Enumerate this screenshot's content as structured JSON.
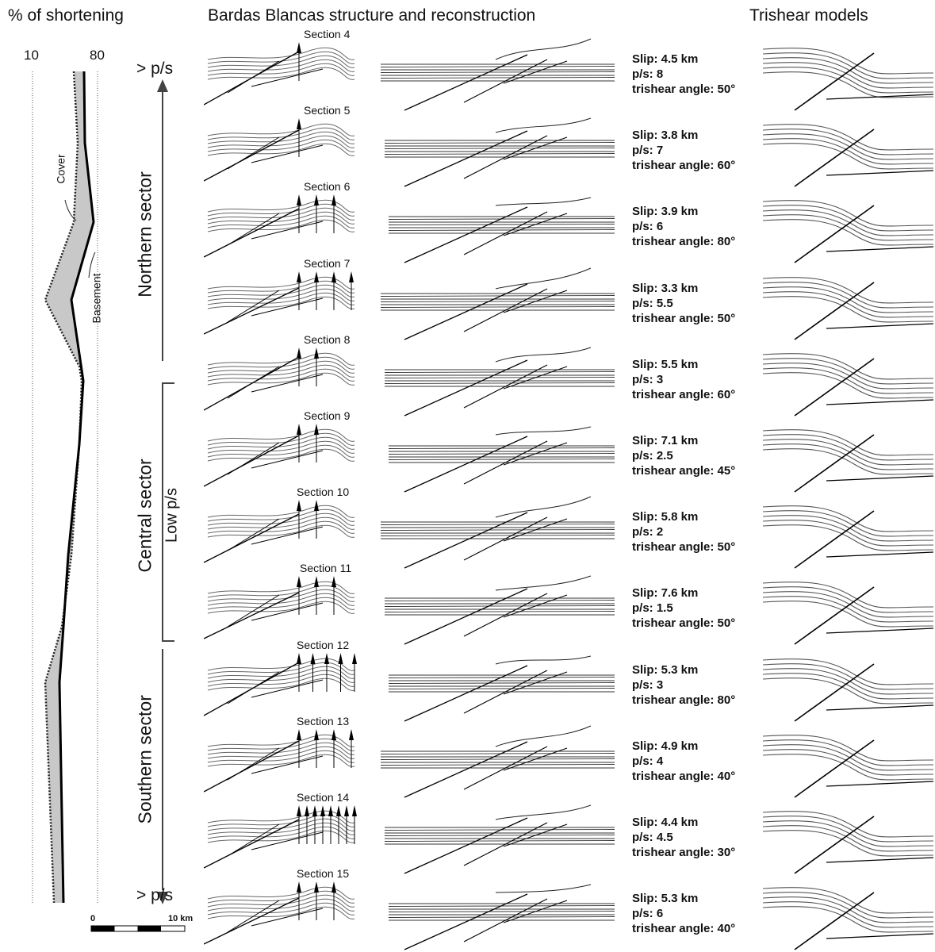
{
  "headers": {
    "shortening": "% of shortening",
    "bardas": "Bardas Blancas structure and reconstruction",
    "trishear": "Trishear models"
  },
  "shortening_axis": {
    "min_label": "10",
    "max_label": "80"
  },
  "curve_labels": {
    "cover": "Cover",
    "basement": "Basement"
  },
  "sectors": {
    "northern": "Northern sector",
    "central": "Central sector",
    "low_ps": "Low p/s",
    "southern": "Southern sector",
    "high_ps_top": "> p/s",
    "high_ps_bottom": "> p/s"
  },
  "scale_bar": {
    "start": "0",
    "end": "10 km"
  },
  "sections": [
    {
      "label": "Section 4",
      "slip": "Slip: 4.5 km",
      "ps": "p/s: 8",
      "angle": "trishear angle: 50°"
    },
    {
      "label": "Section 5",
      "slip": "Slip: 3.8 km",
      "ps": "p/s: 7",
      "angle": "trishear angle: 60°"
    },
    {
      "label": "Section 6",
      "slip": "Slip: 3.9 km",
      "ps": "p/s: 6",
      "angle": "trishear angle: 80°"
    },
    {
      "label": "Section 7",
      "slip": "Slip: 3.3 km",
      "ps": "p/s: 5.5",
      "angle": "trishear angle: 50°"
    },
    {
      "label": "Section 8",
      "slip": "Slip: 5.5 km",
      "ps": "p/s: 3",
      "angle": "trishear angle: 60°"
    },
    {
      "label": "Section 9",
      "slip": "Slip: 7.1 km",
      "ps": "p/s: 2.5",
      "angle": "trishear angle: 45°"
    },
    {
      "label": "Section 10",
      "slip": "Slip: 5.8 km",
      "ps": "p/s: 2",
      "angle": "trishear angle: 50°"
    },
    {
      "label": "Section 11",
      "slip": "Slip: 7.6 km",
      "ps": "p/s: 1.5",
      "angle": "trishear angle: 50°"
    },
    {
      "label": "Section 12",
      "slip": "Slip: 5.3 km",
      "ps": "p/s: 3",
      "angle": "trishear angle: 80°"
    },
    {
      "label": "Section 13",
      "slip": "Slip: 4.9 km",
      "ps": "p/s: 4",
      "angle": "trishear angle: 40°"
    },
    {
      "label": "Section 14",
      "slip": "Slip: 4.4 km",
      "ps": "p/s: 4.5",
      "angle": "trishear angle: 30°"
    },
    {
      "label": "Section 15",
      "slip": "Slip: 5.3 km",
      "ps": "p/s: 6",
      "angle": "trishear angle: 40°"
    }
  ]
}
